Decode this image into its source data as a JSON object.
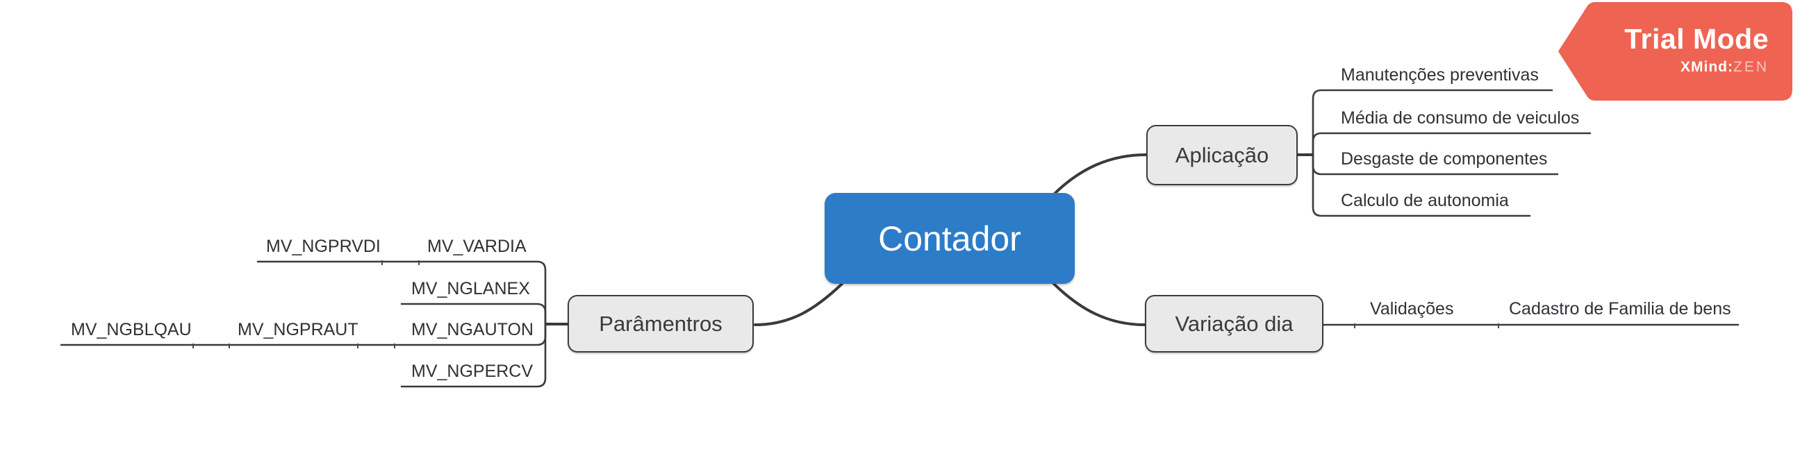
{
  "badge": {
    "title": "Trial Mode",
    "brand_bold": "XMind:",
    "brand_light": "ZEN",
    "color": "#ef6352"
  },
  "colors": {
    "central_topic_fill": "#2d7cc8",
    "central_topic_text": "#ffffff",
    "main_topic_fill": "#e9e9e9",
    "main_topic_border": "#3c3c3c",
    "line": "#3a3a3a",
    "leaf_text": "#2f3136"
  },
  "map": {
    "root": {
      "label": "Contador"
    },
    "branches": [
      {
        "label": "Aplicação",
        "children": [
          {
            "label": "Manutenções preventivas"
          },
          {
            "label": "Média de consumo de veiculos"
          },
          {
            "label": "Desgaste de componentes"
          },
          {
            "label": "Calculo de autonomia"
          }
        ]
      },
      {
        "label": "Variação dia",
        "children": [
          {
            "label": "Validações",
            "children": [
              {
                "label": "Cadastro de Familia de bens"
              }
            ]
          }
        ]
      },
      {
        "label": "Parâmentros",
        "children": [
          {
            "label": "MV_VARDIA",
            "children": [
              {
                "label": "MV_NGPRVDI"
              }
            ]
          },
          {
            "label": "MV_NGLANEX"
          },
          {
            "label": "MV_NGAUTON",
            "children": [
              {
                "label": "MV_NGPRAUT",
                "children": [
                  {
                    "label": "MV_NGBLQAU"
                  }
                ]
              }
            ]
          },
          {
            "label": "MV_NGPERCV"
          }
        ]
      }
    ]
  }
}
